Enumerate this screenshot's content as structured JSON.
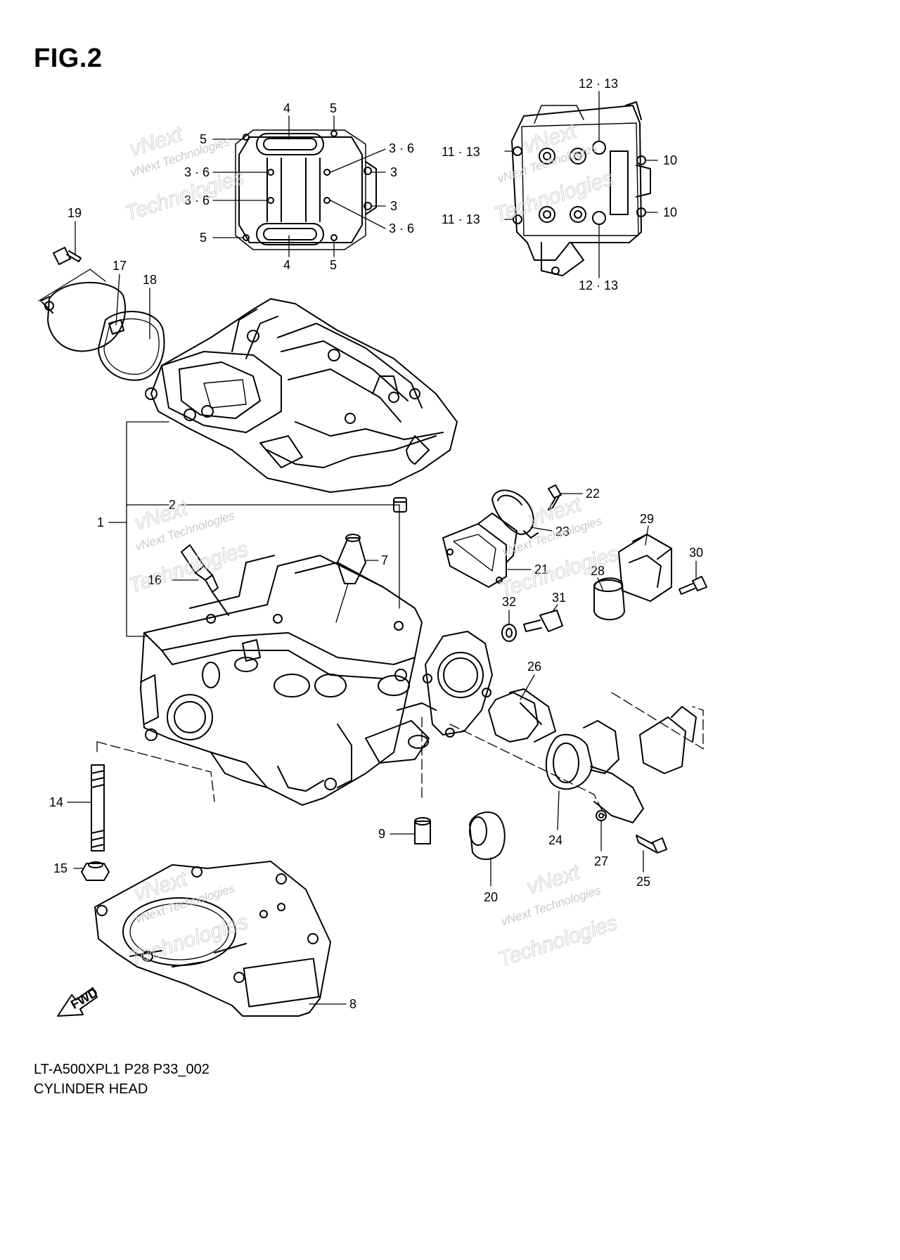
{
  "figure": {
    "title": "FIG.2",
    "model_code": "LT-A500XPL1 P28 P33_002",
    "name": "CYLINDER HEAD",
    "fwd_arrow_label": "FWD"
  },
  "watermark": {
    "line1": "vNext Technologies",
    "line2": "vNext",
    "line3": "Technologies"
  },
  "callouts": {
    "c4a": "4",
    "c5a": "5",
    "c5b": "5",
    "c36a": "3 · 6",
    "c36b": "3 · 6",
    "c3a": "3",
    "c36c": "3 · 6",
    "c3b": "3",
    "c5c": "5",
    "c36d": "3 · 6",
    "c4b": "4",
    "c5d": "5",
    "c1213a": "12 · 13",
    "c1113a": "11 · 13",
    "c10a": "10",
    "c1113b": "11 · 13",
    "c10b": "10",
    "c1213b": "12 · 13",
    "c19": "19",
    "c17": "17",
    "c18": "18",
    "c2": "2",
    "c1": "1",
    "c16": "16",
    "c7": "7",
    "c22": "22",
    "c23": "23",
    "c21": "21",
    "c29": "29",
    "c30": "30",
    "c28": "28",
    "c32": "32",
    "c31": "31",
    "c26": "26",
    "c14": "14",
    "c15": "15",
    "c9": "9",
    "c20": "20",
    "c24": "24",
    "c27": "27",
    "c25": "25",
    "c8": "8"
  }
}
